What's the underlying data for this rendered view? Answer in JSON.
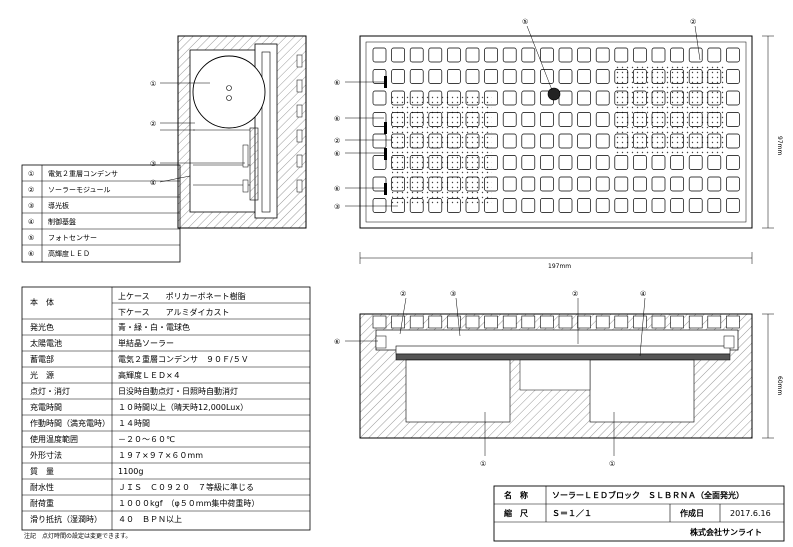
{
  "legend": [
    {
      "num": "①",
      "label": "電気２重層コンデンサ"
    },
    {
      "num": "②",
      "label": "ソーラーモジュール"
    },
    {
      "num": "③",
      "label": "導光板"
    },
    {
      "num": "④",
      "label": "制御基盤"
    },
    {
      "num": "⑤",
      "label": "フォトセンサー"
    },
    {
      "num": "⑥",
      "label": "高輝度ＬＥＤ"
    }
  ],
  "spec": {
    "rows": [
      {
        "label": "本　体",
        "value": "上ケース　　ポリカーボネート樹脂"
      },
      {
        "label": "",
        "value": "下ケース　　アルミダイカスト"
      },
      {
        "label": "発光色",
        "value": "青・緑・白・電球色"
      },
      {
        "label": "太陽電池",
        "value": "単結晶ソーラー"
      },
      {
        "label": "蓄電部",
        "value": "電気２重層コンデンサ　９０Ｆ/５Ｖ"
      },
      {
        "label": "光　源",
        "value": "高輝度ＬＥＤ×４"
      },
      {
        "label": "点灯・消灯",
        "value": "日没時自動点灯・日照時自動消灯"
      },
      {
        "label": "充電時間",
        "value": "１０時間以上（晴天時12,000Lux）"
      },
      {
        "label": "作動時間（満充電時）",
        "value": "１４時間"
      },
      {
        "label": "使用温度範囲",
        "value": "－２０～６０℃"
      },
      {
        "label": "外形寸法",
        "value": "１９７×９７×６０mm"
      },
      {
        "label": "質　量",
        "value": "1100g"
      },
      {
        "label": "耐水性",
        "value": "ＪＩＳ　Ｃ０９２０　７等級に準じる"
      },
      {
        "label": "耐荷重",
        "value": "１０００kgf　（φ５０mm集中荷重時）"
      },
      {
        "label": "滑り抵抗（湿潤時）",
        "value": "４０　ＢＰＮ以上"
      }
    ],
    "note": "注記　点灯時間の設定は変更できます。"
  },
  "title_block": {
    "name_label": "名　称",
    "name_value": "ソーラーＬＥＤブロック　ＳＬＢＲＮＡ（全面発光）",
    "scale_label": "縮　尺",
    "scale_value": "Ｓ＝１／１",
    "date_label": "作成日",
    "date_value": "2017.6.16",
    "company": "株式会社サンライト"
  },
  "dimensions": {
    "width": "197mm",
    "depth": "97mm",
    "height": "60mm"
  },
  "callouts": {
    "n1": "①",
    "n2": "②",
    "n3": "③",
    "n4": "④",
    "n5": "⑤",
    "n6": "⑥"
  }
}
